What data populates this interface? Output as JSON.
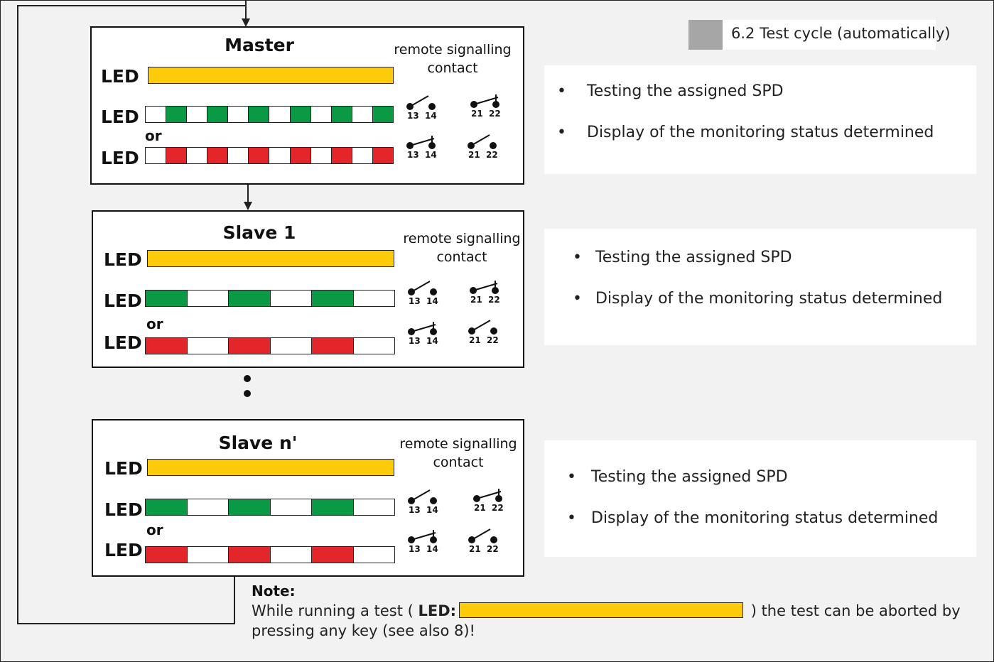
{
  "section": {
    "title": "6.2 Test cycle (automatically)"
  },
  "panels": [
    {
      "title": "Master",
      "remote_label_1": "remote signalling",
      "remote_label_2": "contact",
      "led_label": "LED",
      "or_label": "or",
      "contacts": {
        "a1": "13",
        "a2": "14",
        "b1": "21",
        "b2": "22"
      }
    },
    {
      "title": "Slave 1",
      "remote_label_1": "remote signalling",
      "remote_label_2": "contact",
      "led_label": "LED",
      "or_label": "or",
      "contacts": {
        "a1": "13",
        "a2": "14",
        "b1": "21",
        "b2": "22"
      }
    },
    {
      "title": "Slave n'",
      "remote_label_1": "remote signalling",
      "remote_label_2": "contact",
      "led_label": "LED",
      "or_label": "or",
      "contacts": {
        "a1": "13",
        "a2": "14",
        "b1": "21",
        "b2": "22"
      }
    }
  ],
  "descriptions": [
    {
      "items": [
        "Testing the assigned SPD",
        "Display of the monitoring status determined"
      ]
    },
    {
      "items": [
        "Testing the assigned SPD",
        "Display of the monitoring status determined"
      ]
    },
    {
      "items": [
        "Testing the assigned SPD",
        "Display of the monitoring status determined"
      ]
    }
  ],
  "note": {
    "title": "Note:",
    "line1_prefix": "While running a test ( ",
    "led_label": "LED:",
    "line1_suffix": " ) the test can be aborted by",
    "line2": "pressing any key (see also 8)!"
  },
  "colors": {
    "yellow": "#fdcb0a",
    "green": "#0a9a45",
    "red": "#e3262a",
    "badge": "#a6a6a6"
  }
}
